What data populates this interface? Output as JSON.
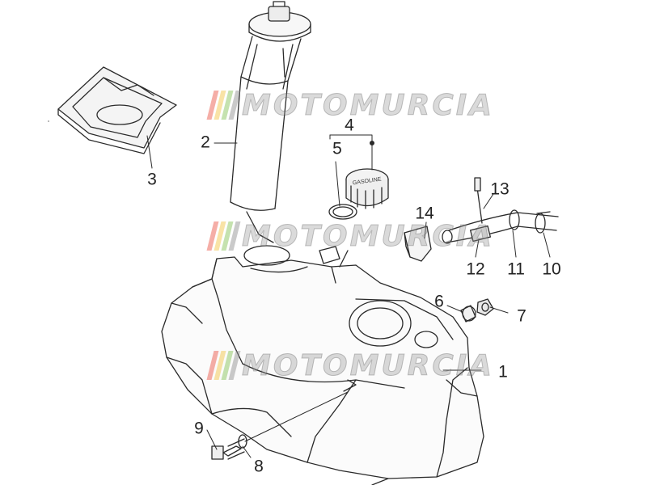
{
  "callouts": [
    "1",
    "2",
    "3",
    "4",
    "5",
    "6",
    "7",
    "8",
    "9",
    "10",
    "11",
    "12",
    "13",
    "14"
  ],
  "watermark": {
    "text": "MOTOMURCIA",
    "stripe_colors": [
      "#e94b3c",
      "#f2c23a",
      "#7fbf4d",
      "#8a8a8a"
    ]
  },
  "cap_text": "GASOLINE",
  "colors": {
    "line": "#2a2a2a",
    "shade": "#d9d9d9"
  }
}
